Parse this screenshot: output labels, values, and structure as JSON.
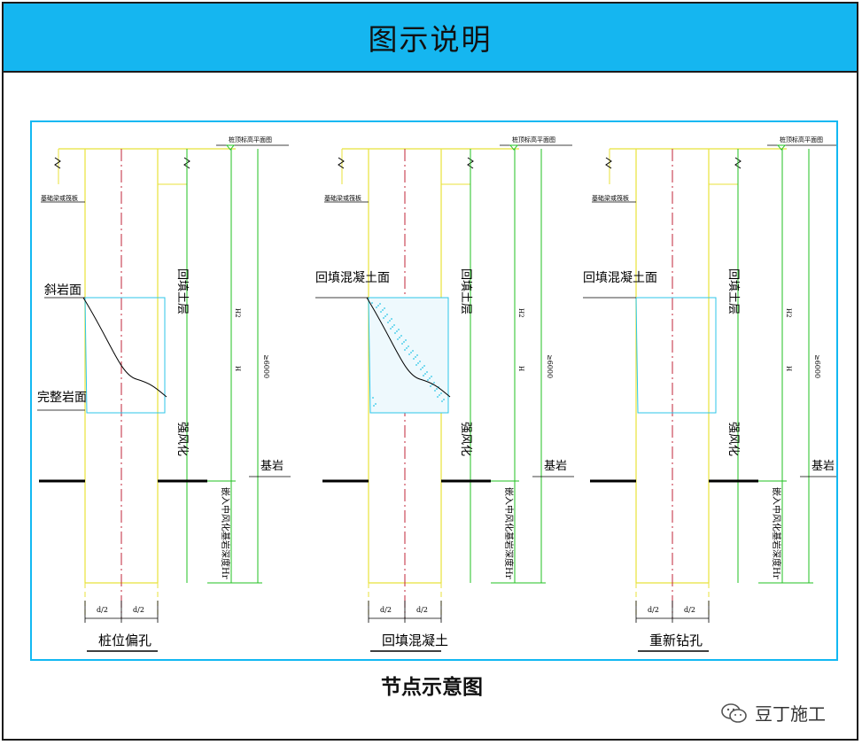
{
  "header": {
    "title": "图示说明"
  },
  "caption": "节点示意图",
  "watermark": {
    "text": "豆丁施工",
    "icon": "wechat-icon"
  },
  "colors": {
    "header_bg": "#15b6f0",
    "frame_border": "#12b8f2",
    "pile_yellow": "#e8e23a",
    "centerline_red": "#c0243a",
    "dim_green": "#22c022",
    "cyan": "#2cc6e8"
  },
  "panels": [
    {
      "title": "桩位偏孔",
      "top_label": "桩顶标高平面图",
      "left_small_label": "基础梁或筏板",
      "upper_label": "斜岩面",
      "lower_label": "完整岩面",
      "fill_label": "回填土层",
      "weather_label": "强风化",
      "bedrock_label": "基岩",
      "embed_label": "嵌入中风化基岩深度Hr",
      "h2_label": "H2",
      "h_label": "H",
      "min_label": "≥6000",
      "d_left": "d/2",
      "d_right": "d/2"
    },
    {
      "title": "回填混凝土",
      "top_label": "桩顶标高平面图",
      "left_small_label": "基础梁或筏板",
      "upper_label": "回填混凝土面",
      "lower_label": "",
      "fill_label": "回填土层",
      "weather_label": "强风化",
      "bedrock_label": "基岩",
      "embed_label": "嵌入中风化基岩深度Hr",
      "h2_label": "H2",
      "h_label": "H",
      "min_label": "≥6000",
      "d_left": "d/2",
      "d_right": "d/2"
    },
    {
      "title": "重新钻孔",
      "top_label": "桩顶标高平面图",
      "left_small_label": "基础梁或筏板",
      "upper_label": "回填混凝土面",
      "lower_label": "",
      "fill_label": "回填土层",
      "weather_label": "强风化",
      "bedrock_label": "基岩",
      "embed_label": "嵌入中风化基岩深度Hr",
      "h2_label": "H2",
      "h_label": "H",
      "min_label": "≥6000",
      "d_left": "d/2",
      "d_right": "d/2"
    }
  ]
}
